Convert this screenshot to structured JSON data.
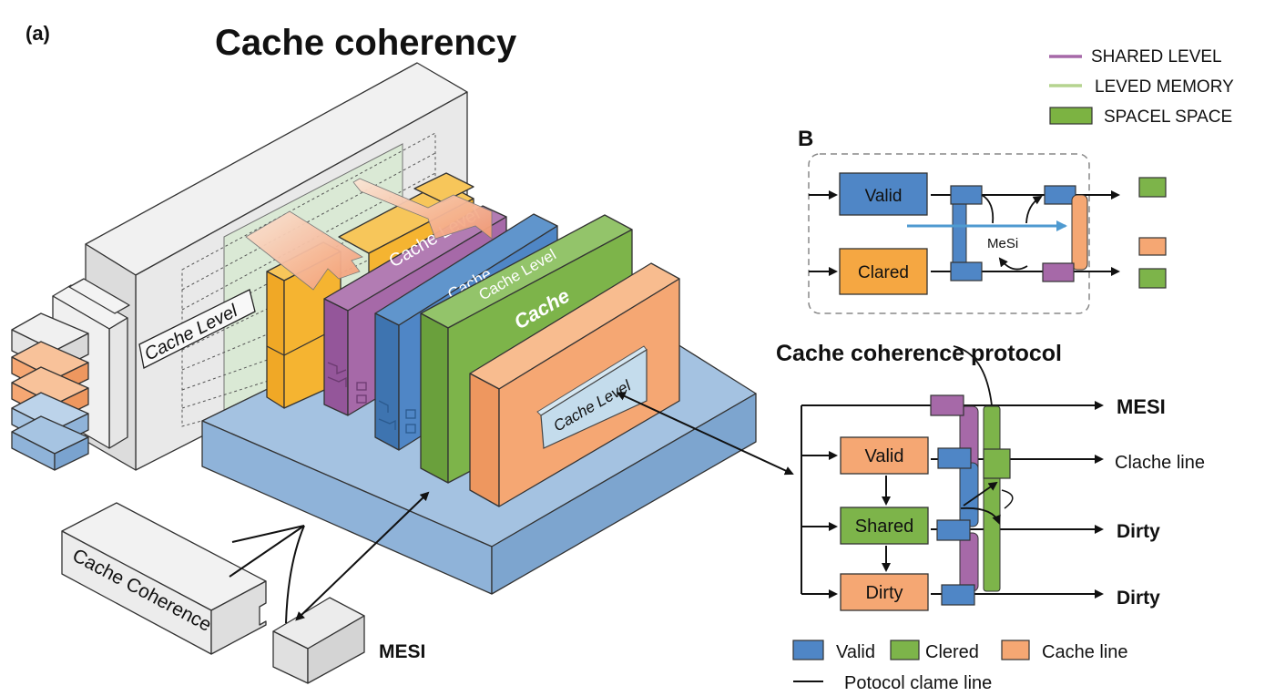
{
  "panel_a": {
    "label": "(a)",
    "title": "Cache coherency",
    "back_panel_label": "Cache Level",
    "slab_labels": {
      "purple": "Cache Level",
      "blue": "Cache",
      "green_top": "Cache Level",
      "green_face": "Cache",
      "orange_inner": "Cache Level"
    },
    "bottom_box_label": "Cache Coherence",
    "mesi_box_label": "MESI"
  },
  "legend_top": {
    "items": [
      {
        "label": "SHARED LEVEL",
        "swatch": "line",
        "color": "#a669a8"
      },
      {
        "label": "LEVED MEMORY",
        "swatch": "line",
        "color": "#b5d48f"
      },
      {
        "label": "SPACEL SPACE",
        "swatch": "box",
        "color": "#7cb342"
      }
    ]
  },
  "panel_b": {
    "label": "B",
    "states": [
      "Valid",
      "Clared"
    ],
    "center_label": "MeSi"
  },
  "protocol": {
    "title": "Cache coherence protocol",
    "states": [
      "Valid",
      "Shared",
      "Dirty"
    ],
    "outputs": [
      "MESI",
      "Clache line",
      "Dirty",
      "Dirty"
    ]
  },
  "legend_bottom": {
    "items": [
      {
        "label": "Valid",
        "color": "#4f86c6"
      },
      {
        "label": "Clered",
        "color": "#7db44a"
      },
      {
        "label": "Cache line",
        "color": "#f5a773"
      }
    ],
    "line_label": "Potocol clame line"
  },
  "colors": {
    "blue": "#4f86c6",
    "light_blue": "#8fb3d9",
    "purple": "#a669a8",
    "green": "#7db44a",
    "orange": "#f5a773",
    "yellow": "#f5b431",
    "grey": "#e8e8e8"
  }
}
